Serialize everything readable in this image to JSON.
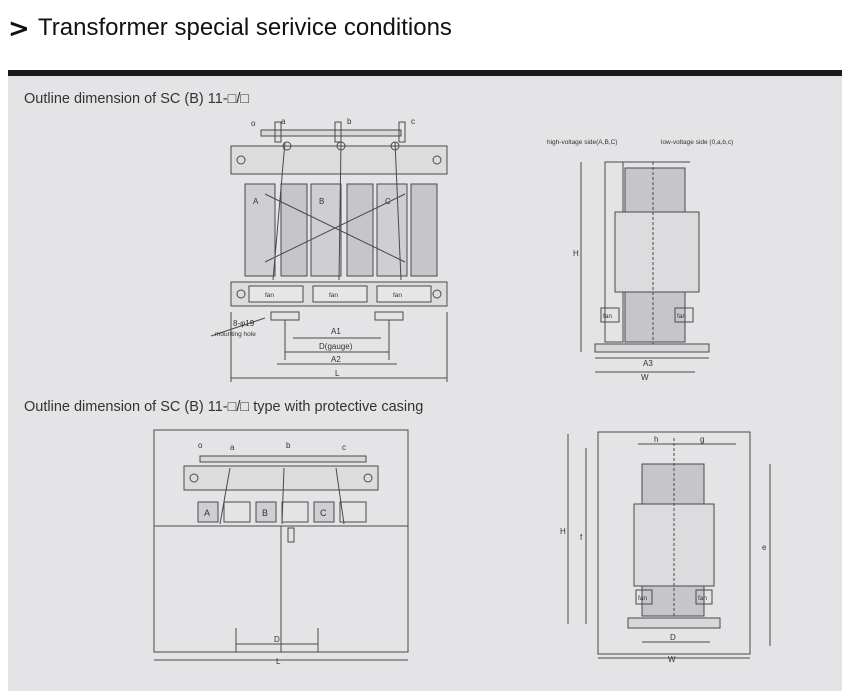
{
  "header": {
    "chevron_glyph": ">",
    "title": "Transformer special serivice conditions"
  },
  "captions": {
    "first": "Outline dimension of SC (B) 11-□/□",
    "second": "Outline dimension of SC (B) 11-□/□ type with protective casing"
  },
  "drawing1_front": {
    "terminals": [
      "o",
      "a",
      "b",
      "c"
    ],
    "phases": [
      "A",
      "B",
      "C"
    ],
    "fans": [
      "fan",
      "fan",
      "fan"
    ],
    "hole_label": "8-φ19",
    "hole_sublabel": "mounting hole",
    "dims": [
      "A1",
      "D(gauge)",
      "A2",
      "L"
    ]
  },
  "drawing1_side": {
    "hv_label": "high-voltage side(A,B,C)",
    "lv_label": "low-voltage side (0,a,b,c)",
    "height": "H",
    "fans": [
      "fan",
      "fan"
    ],
    "dims": [
      "A3",
      "W"
    ]
  },
  "drawing2_front": {
    "terminals": [
      "o",
      "a",
      "b",
      "c"
    ],
    "phases": [
      "A",
      "B",
      "C"
    ],
    "dims": [
      "D",
      "L"
    ]
  },
  "drawing2_side": {
    "top_dims": [
      "h",
      "g"
    ],
    "heights": [
      "H",
      "f",
      "e"
    ],
    "fans": [
      "fan",
      "fan"
    ],
    "dims": [
      "D",
      "W"
    ]
  },
  "colors": {
    "panel": "#e4e4e6",
    "bar": "#1a1a1a",
    "line": "#4a4a4a",
    "coil": "#c8c8cc"
  }
}
